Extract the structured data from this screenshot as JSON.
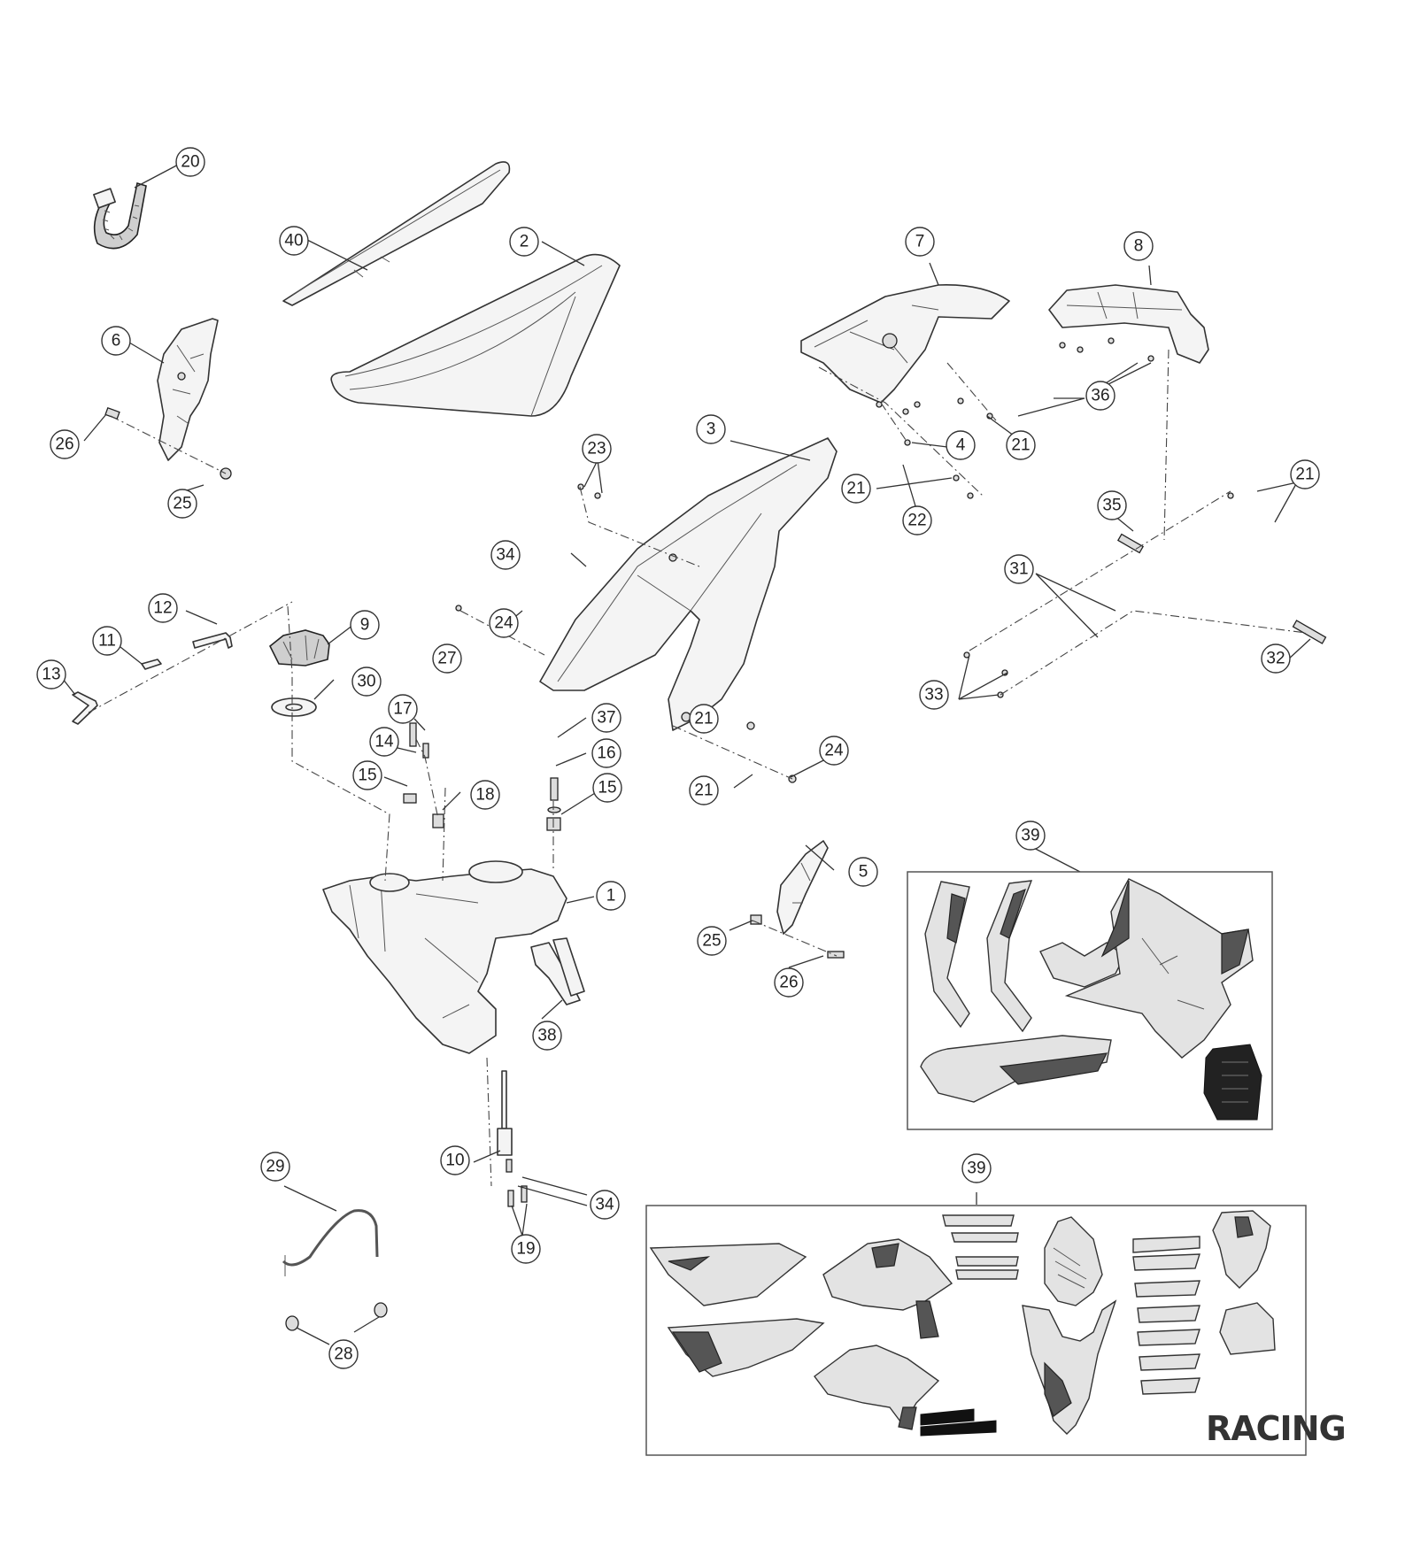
{
  "diagram": {
    "panel_label": "RACING",
    "callouts": [
      "20",
      "40",
      "2",
      "6",
      "26",
      "25",
      "7",
      "8",
      "36",
      "3",
      "23",
      "4",
      "21",
      "21",
      "22",
      "21",
      "35",
      "31",
      "34",
      "24",
      "12",
      "9",
      "11",
      "27",
      "13",
      "30",
      "33",
      "32",
      "17",
      "37",
      "14",
      "16",
      "15",
      "15",
      "24",
      "21",
      "18",
      "21",
      "1",
      "5",
      "39",
      "25",
      "26",
      "38",
      "10",
      "29",
      "34",
      "19",
      "28",
      "39"
    ]
  }
}
